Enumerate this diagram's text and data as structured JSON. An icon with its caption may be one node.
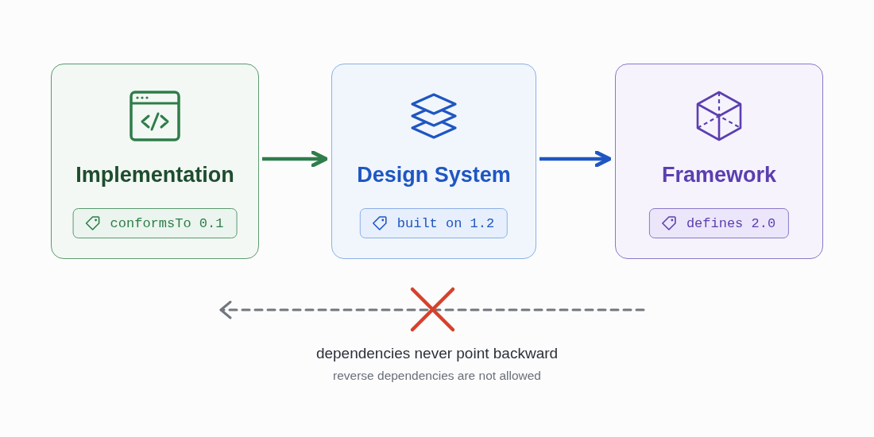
{
  "diagram": {
    "nodes": [
      {
        "text": [
          "Implementation",
          "conformsTo 0.1"
        ]
      },
      {
        "text": [
          "Design System",
          "built on 1.2"
        ]
      },
      {
        "text": [
          "Framework",
          "defines 2.0"
        ]
      }
    ],
    "edges": [
      {
        "from": 0,
        "to": 1,
        "arrow": "to",
        "color": "#2e7d4a"
      },
      {
        "from": 1,
        "to": 2,
        "arrow": "to",
        "color": "#1f56c2"
      }
    ],
    "labels": [
      "dependencies never point backward",
      "reverse dependencies are not allowed"
    ]
  }
}
